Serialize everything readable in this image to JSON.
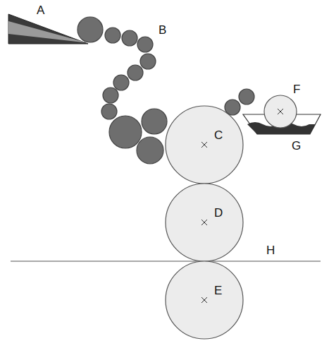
{
  "diagram": {
    "nodes": [
      {
        "text": [
          "C"
        ]
      },
      {
        "text": [
          "D"
        ]
      },
      {
        "text": [
          "E"
        ]
      }
    ],
    "labels": [
      "A",
      "B",
      "F",
      "G",
      "H"
    ]
  }
}
